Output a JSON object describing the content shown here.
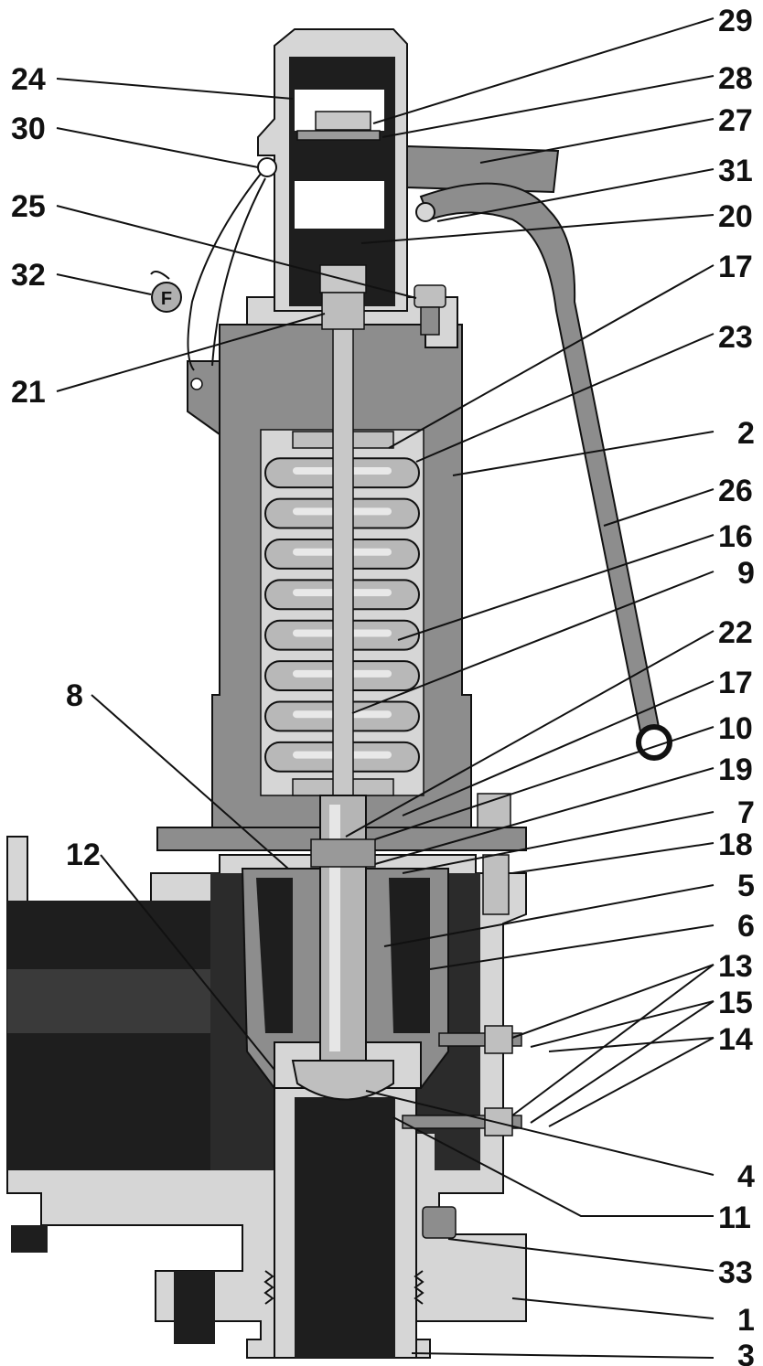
{
  "colors": {
    "light_metal": "#d6d6d6",
    "mid_metal": "#8d8d8d",
    "dark_metal": "#1e1e1e",
    "spring": "#b8b8b8",
    "outline": "#111111"
  },
  "callouts": [
    {
      "id": "29",
      "label": "29"
    },
    {
      "id": "24",
      "label": "24"
    },
    {
      "id": "28",
      "label": "28"
    },
    {
      "id": "30",
      "label": "30"
    },
    {
      "id": "27",
      "label": "27"
    },
    {
      "id": "31",
      "label": "31"
    },
    {
      "id": "25",
      "label": "25"
    },
    {
      "id": "20",
      "label": "20"
    },
    {
      "id": "32",
      "label": "32"
    },
    {
      "id": "17a",
      "label": "17"
    },
    {
      "id": "23",
      "label": "23"
    },
    {
      "id": "21",
      "label": "21"
    },
    {
      "id": "2",
      "label": "2"
    },
    {
      "id": "26",
      "label": "26"
    },
    {
      "id": "16",
      "label": "16"
    },
    {
      "id": "9",
      "label": "9"
    },
    {
      "id": "22",
      "label": "22"
    },
    {
      "id": "8",
      "label": "8"
    },
    {
      "id": "17b",
      "label": "17"
    },
    {
      "id": "10",
      "label": "10"
    },
    {
      "id": "19",
      "label": "19"
    },
    {
      "id": "7",
      "label": "7"
    },
    {
      "id": "12",
      "label": "12"
    },
    {
      "id": "18",
      "label": "18"
    },
    {
      "id": "5",
      "label": "5"
    },
    {
      "id": "6",
      "label": "6"
    },
    {
      "id": "13",
      "label": "13"
    },
    {
      "id": "15",
      "label": "15"
    },
    {
      "id": "14",
      "label": "14"
    },
    {
      "id": "4",
      "label": "4"
    },
    {
      "id": "11",
      "label": "11"
    },
    {
      "id": "33",
      "label": "33"
    },
    {
      "id": "1",
      "label": "1"
    },
    {
      "id": "3",
      "label": "3"
    }
  ],
  "seal_mark": "F"
}
